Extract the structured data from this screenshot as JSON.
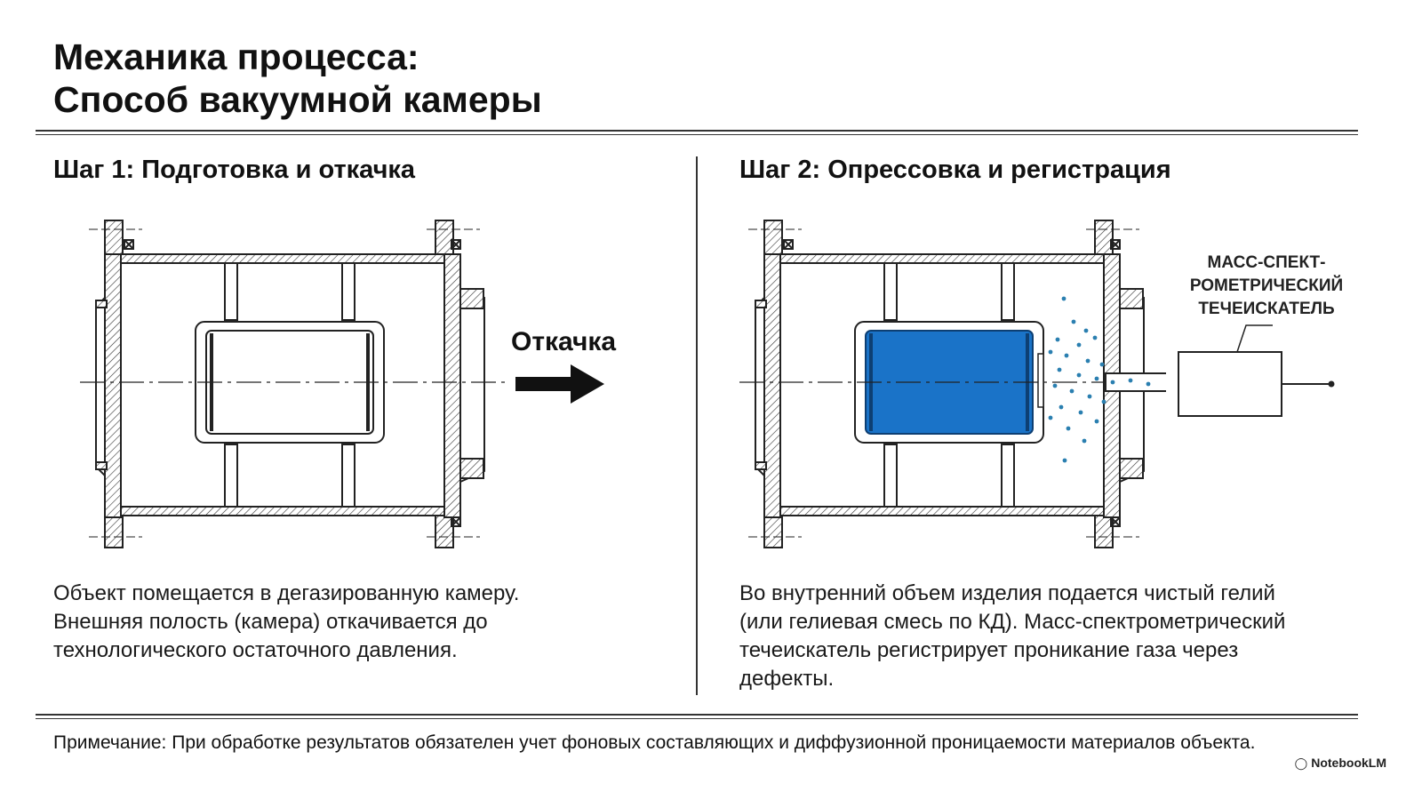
{
  "title": {
    "line1": "Механика процесса:",
    "line2": "Способ вакуумной камеры"
  },
  "step1": {
    "title": "Шаг 1: Подготовка и откачка",
    "arrow_label": "Откачка",
    "description": [
      "Объект помещается в дегазированную камеру.",
      "Внешняя полость (камера) откачивается до",
      "технологического остаточного давления."
    ]
  },
  "step2": {
    "title": "Шаг 2: Опрессовка и регистрация",
    "detector_label": [
      "МАСС-СПЕКТ-",
      "РОМЕТРИЧЕСКИЙ",
      "ТЕЧЕИСКАТЕЛЬ"
    ],
    "description": [
      "Во внутренний объем изделия подается чистый гелий",
      "(или гелиевая смесь по КД). Масс-спектрометрический",
      "течеискатель регистрирует проникание газа через",
      "дефекты."
    ]
  },
  "note": "Примечание: При обработке результатов обязателен учет фоновых составляющих и диффузионной проницаемости материалов объекта.",
  "brand": "NotebookLM",
  "colors": {
    "helium_fill": "#1a73c8",
    "particles": "#2a7fb0",
    "line": "#222222"
  }
}
